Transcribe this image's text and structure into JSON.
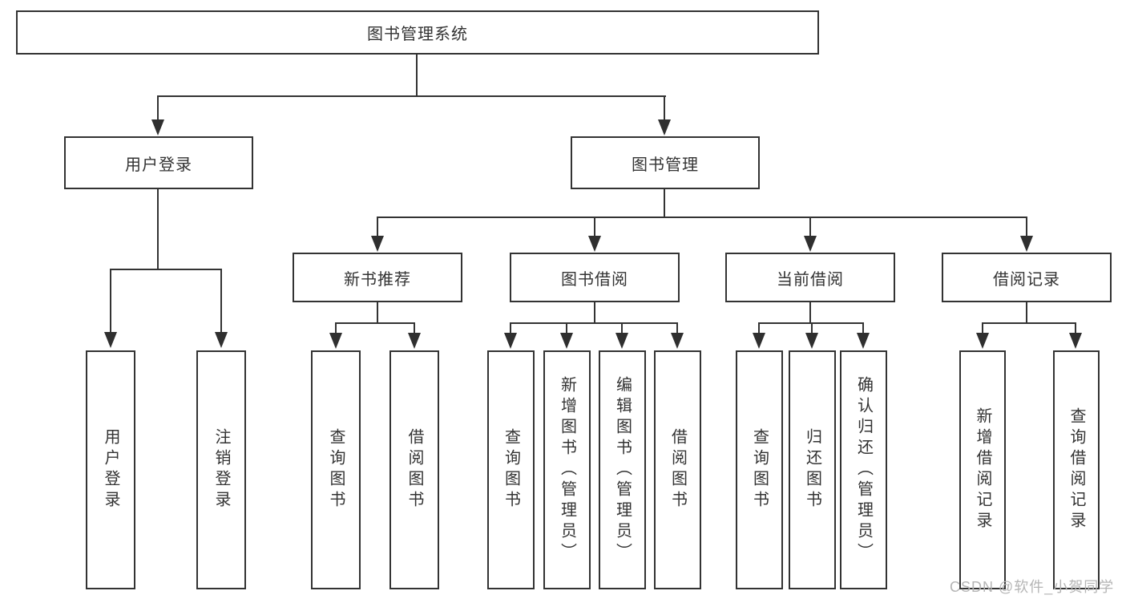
{
  "tree": {
    "root": "图书管理系统",
    "level2": {
      "user_login": "用户登录",
      "book_management": "图书管理"
    },
    "level3": {
      "new_book_recommend": "新书推荐",
      "book_borrow": "图书借阅",
      "current_borrow": "当前借阅",
      "borrow_records": "借阅记录"
    },
    "leaves": {
      "user_login": "用户登录",
      "logout": "注销登录",
      "recommend_query_book": "查询图书",
      "recommend_borrow_book": "借阅图书",
      "borrow_query_book": "查询图书",
      "borrow_add_book": "新增图书（管理员）",
      "borrow_edit_book": "编辑图书（管理员）",
      "borrow_borrow_book": "借阅图书",
      "current_query_book": "查询图书",
      "current_return_book": "归还图书",
      "current_confirm_return": "确认归还（管理员）",
      "records_add_record": "新增借阅记录",
      "records_query_record": "查询借阅记录"
    }
  },
  "watermark": "CSDN @软件_小贺同学",
  "colors": {
    "line": "#333333",
    "text": "#333333",
    "watermark": "#b5b5b5",
    "background": "#ffffff"
  }
}
